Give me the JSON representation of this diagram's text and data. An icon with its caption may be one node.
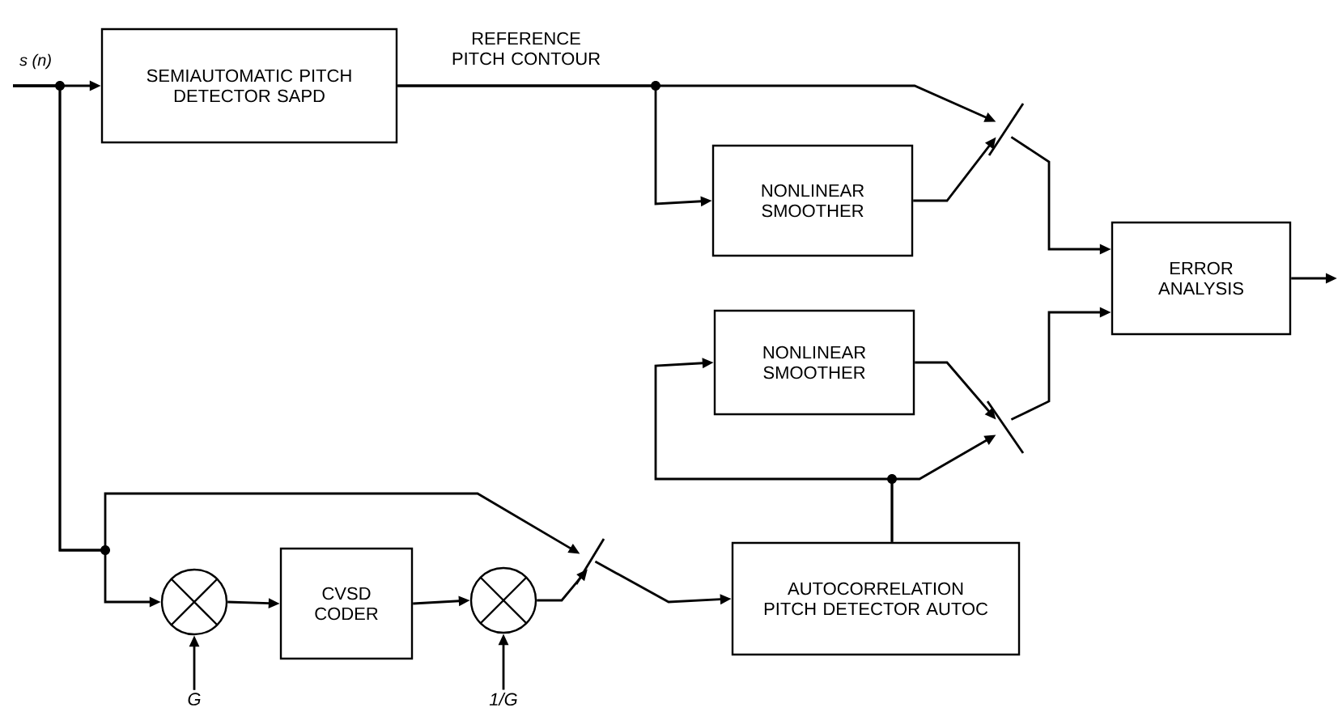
{
  "diagram": {
    "nodes": [
      {
        "text": [
          "SEMIAUTOMATIC PITCH DETECTOR SAPD"
        ]
      },
      {
        "text": [
          "NONLINEAR SMOOTHER"
        ]
      },
      {
        "text": [
          "ERROR ANALYSIS"
        ]
      },
      {
        "text": [
          "NONLINEAR SMOOTHER"
        ]
      },
      {
        "text": [
          "AUTOCORRELATION PITCH DETECTOR AUTOC"
        ]
      },
      {
        "text": [],
        "shape": "circle"
      },
      {
        "text": [
          "CVSD CODER"
        ]
      },
      {
        "text": [],
        "shape": "circle"
      },
      {
        "text": [],
        "shape": "switch"
      },
      {
        "text": [],
        "shape": "switch"
      },
      {
        "text": [],
        "shape": "switch"
      },
      {
        "text": [
          "G"
        ]
      },
      {
        "text": [
          "1/G"
        ]
      }
    ],
    "edges": [
      {
        "from": null,
        "to": 0,
        "arrow": "to"
      },
      {
        "from": null,
        "to": 5,
        "arrow": "to"
      },
      {
        "from": null,
        "to": 9,
        "arrow": "to"
      },
      {
        "from": 0,
        "to": 8,
        "arrow": "to",
        "label": "REFERENCE PITCH CONTOUR"
      },
      {
        "from": 0,
        "to": 1,
        "arrow": "to"
      },
      {
        "from": 1,
        "to": 8,
        "arrow": "to"
      },
      {
        "from": 8,
        "to": 2,
        "arrow": "to"
      },
      {
        "from": 4,
        "to": 3,
        "arrow": "to"
      },
      {
        "from": 4,
        "to": 10,
        "arrow": "to"
      },
      {
        "from": 3,
        "to": 10,
        "arrow": "to"
      },
      {
        "from": 10,
        "to": 2,
        "arrow": "to"
      },
      {
        "from": 5,
        "to": 6,
        "arrow": "to"
      },
      {
        "from": 6,
        "to": 7,
        "arrow": "to"
      },
      {
        "from": 7,
        "to": 9,
        "arrow": "to"
      },
      {
        "from": 9,
        "to": 4,
        "arrow": "to"
      },
      {
        "from": 11,
        "to": 5,
        "arrow": "to"
      },
      {
        "from": 12,
        "to": 7,
        "arrow": "to"
      },
      {
        "from": 2,
        "to": null,
        "arrow": "to"
      }
    ],
    "labels": [
      "s (n)"
    ]
  }
}
